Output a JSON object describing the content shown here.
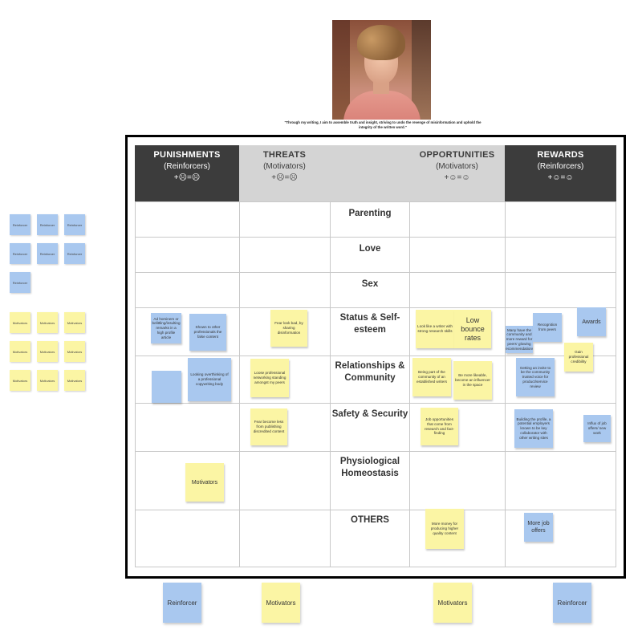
{
  "quote": "\"Through my writing, I aim to assemble truth and insight, striving to undo the revenge of misinformation and uphold the integrity of the written word.\"",
  "headers": [
    {
      "title": "PUNISHMENTS",
      "subtitle": "(Reinforcers)",
      "faces": "+☹=☹"
    },
    {
      "title": "THREATS",
      "subtitle": "(Motivators)",
      "faces": "+☹=☹"
    },
    {
      "title": "",
      "subtitle": "",
      "faces": ""
    },
    {
      "title": "OPPORTUNITIES",
      "subtitle": "(Motivators)",
      "faces": "+☺=☺"
    },
    {
      "title": "REWARDS",
      "subtitle": "(Reinforcers)",
      "faces": "+☺=☺"
    }
  ],
  "rows": [
    "Parenting",
    "Love",
    "Sex",
    "Status & Self-esteem",
    "Relationships & Community",
    "Safety & Security",
    "Physiological Homeostasis",
    "OTHERS"
  ],
  "notes": {
    "p_status_1": "Ad hominem or belittling/insulting remarks in a high profile article",
    "p_status_2": "Shown to other professionals the false content",
    "p_rel_2": "Looking overthinking of a professional copywriting body",
    "p_phys": "Motivators",
    "t_status": "Fear look bad, by sharing disinformation",
    "t_rel": "Loose professional networking standing amongst my peers",
    "t_safety": "Fear become less from publishing discredited content",
    "o_status_1": "Look like a writer with strong research skills",
    "o_status_2": "Low bounce rates",
    "o_rel_1": "Being part of the community of an established writers",
    "o_rel_2": "Be more likeable, become an influencer in the space",
    "o_safety": "Job opportunities that come from research and fact-finding",
    "o_others": "More money for producing higher quality content",
    "r_status_1": "Many have the community and more reward for peers' glowing recommendations",
    "r_status_2": "Recognition from peers",
    "r_status_3": "Awards",
    "r_status_4": "Gain professional credibility",
    "r_rel": "Getting an invite to be the community trusted voice for product/service review",
    "r_safety_1": "Building the profile, a potential employers known to be key collaborator with other writing sites",
    "r_safety_2": "Influx of job offers/ new work",
    "r_others": "More job offers"
  },
  "side_reinforcer": "Reinforcer",
  "side_motivator": "Motivators",
  "bottom": [
    "Reinforcer",
    "Motivators",
    "Motivators",
    "Reinforcer"
  ]
}
